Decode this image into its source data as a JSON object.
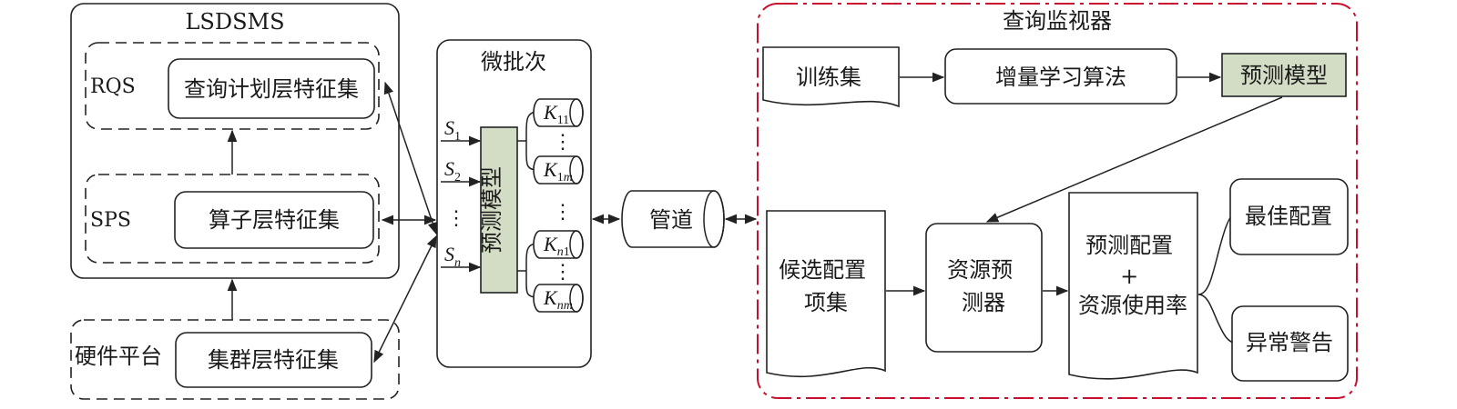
{
  "colors": {
    "predict_fill": "#d3dcc4",
    "monitor_border": "#c8102e",
    "stroke": "#222222"
  },
  "lsdsms": {
    "title": "LSDSMS",
    "rqs": {
      "label": "RQS",
      "box": "查询计划层特征集"
    },
    "sps": {
      "label": "SPS",
      "box": "算子层特征集"
    }
  },
  "hardware": {
    "label": "硬件平台",
    "box": "集群层特征集"
  },
  "micro_batch": {
    "title": "微批次",
    "streams": [
      {
        "base": "S",
        "sub": "1"
      },
      {
        "base": "S",
        "sub": "2"
      },
      {
        "base": "S",
        "sub": "n"
      }
    ],
    "predict_model": "预测模型",
    "kernels": [
      {
        "base": "K",
        "sub_a": "1",
        "sub_b": "1"
      },
      {
        "base": "K",
        "sub_a": "1",
        "sub_b": "m"
      },
      {
        "base": "K",
        "sub_a": "n",
        "sub_b": "1"
      },
      {
        "base": "K",
        "sub_a": "n",
        "sub_b": "m"
      }
    ],
    "ellipsis": "⋮"
  },
  "pipe": "管道",
  "monitor": {
    "title": "查询监视器",
    "training_set": "训练集",
    "incremental_algo": "增量学习算法",
    "predict_model": "预测模型",
    "candidate_set": [
      "候选配置",
      "项集"
    ],
    "resource_predictor": [
      "资源预",
      "测器"
    ],
    "prediction_result": [
      "预测配置",
      "+",
      "资源使用率"
    ],
    "best_config": "最佳配置",
    "anomaly_alert": "异常警告"
  }
}
